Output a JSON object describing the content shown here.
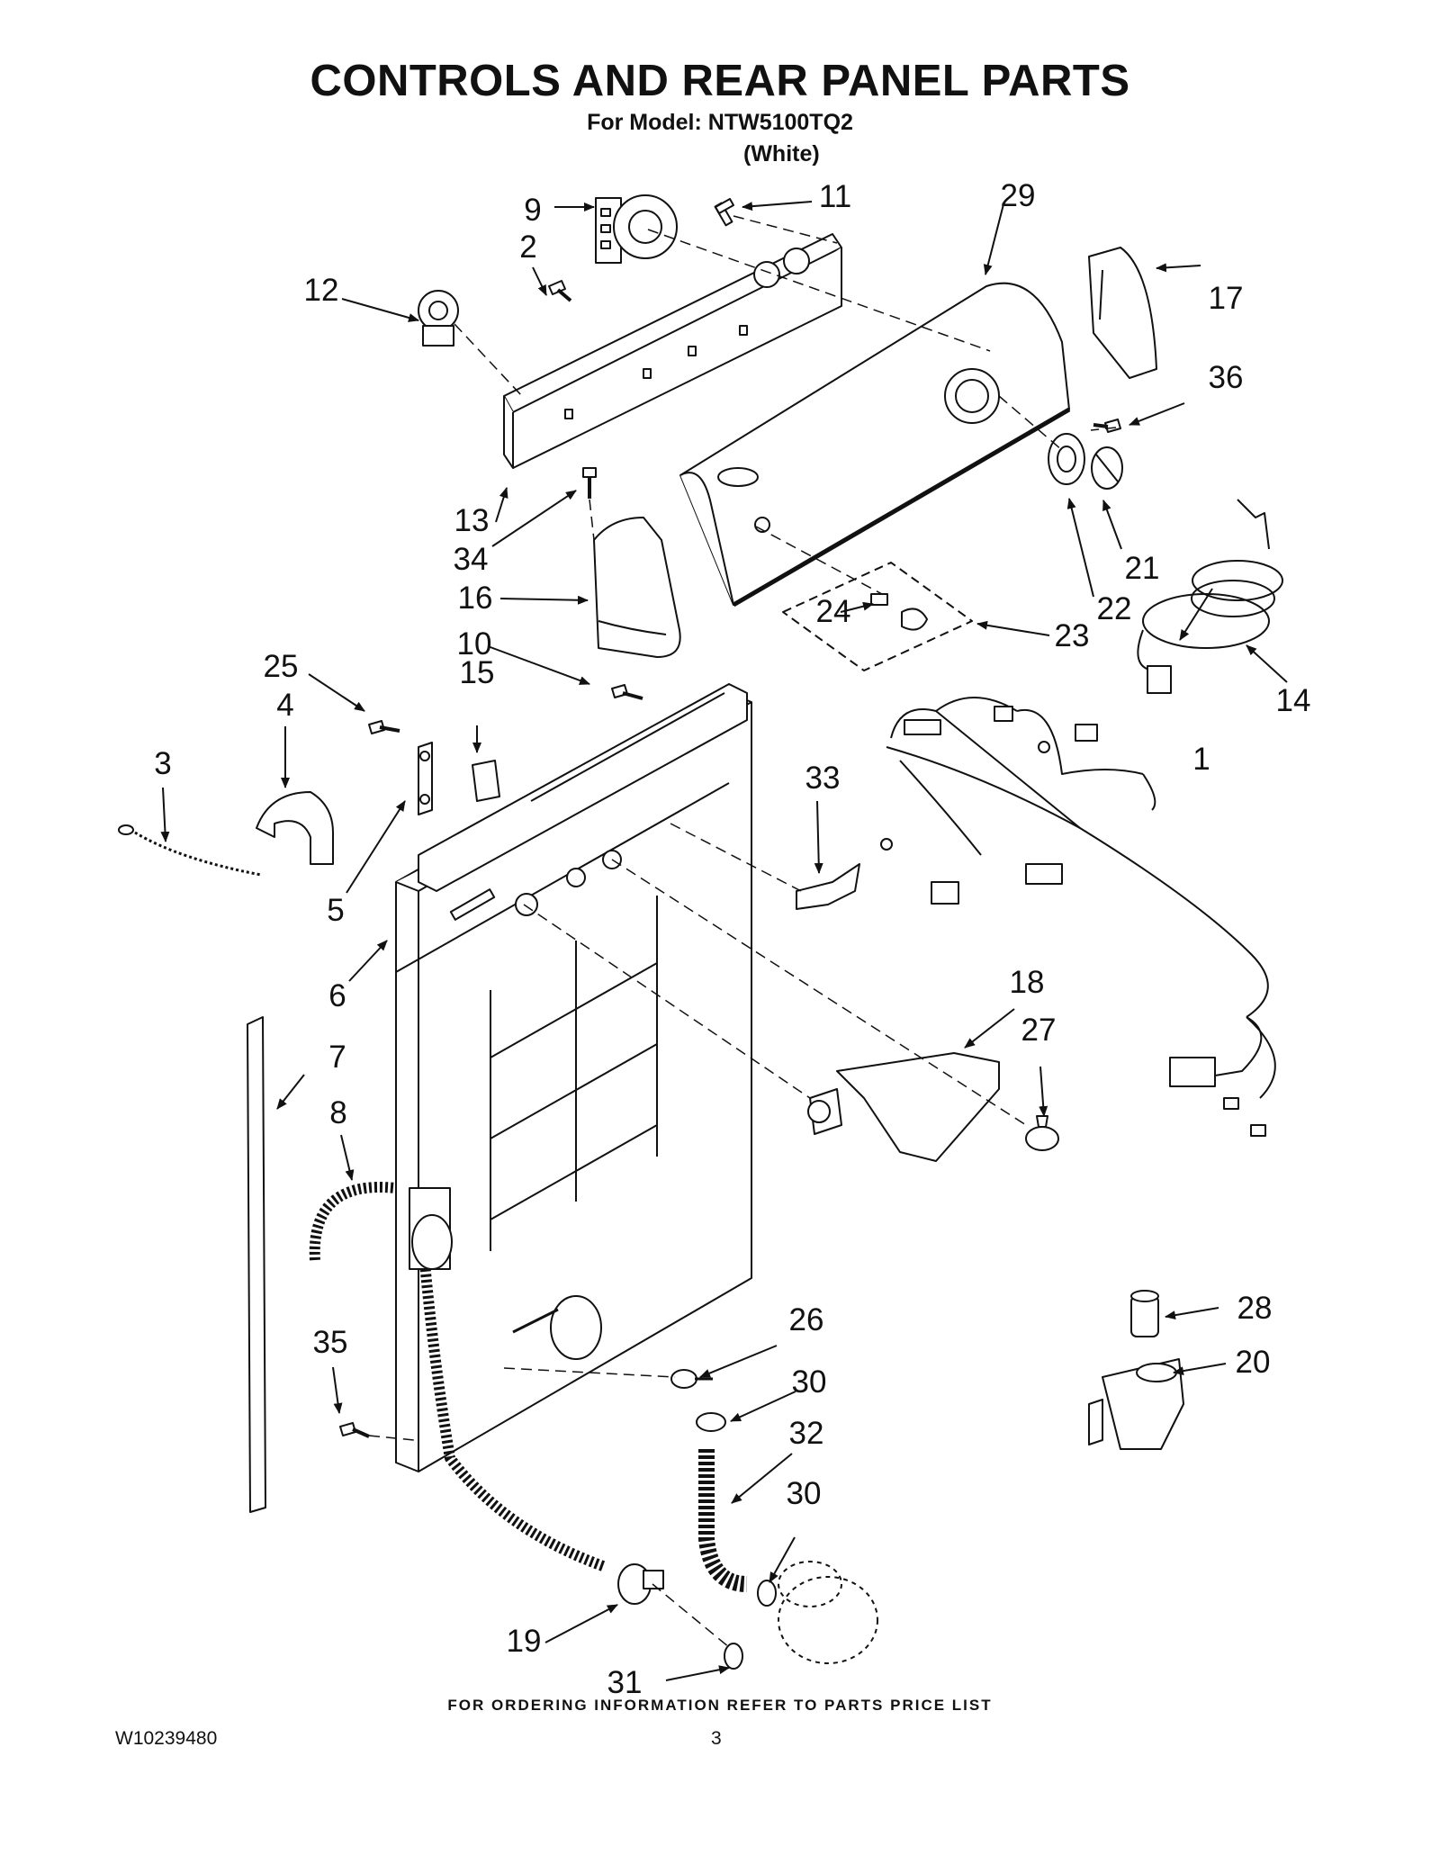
{
  "header": {
    "title": "CONTROLS AND REAR PANEL PARTS",
    "model_line": "For Model: NTW5100TQ2",
    "color_line": "(White)"
  },
  "callouts": [
    {
      "id": "c1",
      "label": "1"
    },
    {
      "id": "c2",
      "label": "2"
    },
    {
      "id": "c3",
      "label": "3"
    },
    {
      "id": "c4",
      "label": "4"
    },
    {
      "id": "c5",
      "label": "5"
    },
    {
      "id": "c6",
      "label": "6"
    },
    {
      "id": "c7",
      "label": "7"
    },
    {
      "id": "c8",
      "label": "8"
    },
    {
      "id": "c9",
      "label": "9"
    },
    {
      "id": "c10",
      "label": "10"
    },
    {
      "id": "c11",
      "label": "11"
    },
    {
      "id": "c12",
      "label": "12"
    },
    {
      "id": "c13",
      "label": "13"
    },
    {
      "id": "c14",
      "label": "14"
    },
    {
      "id": "c15",
      "label": "15"
    },
    {
      "id": "c16",
      "label": "16"
    },
    {
      "id": "c17",
      "label": "17"
    },
    {
      "id": "c18",
      "label": "18"
    },
    {
      "id": "c19",
      "label": "19"
    },
    {
      "id": "c20",
      "label": "20"
    },
    {
      "id": "c21",
      "label": "21"
    },
    {
      "id": "c22",
      "label": "22"
    },
    {
      "id": "c23",
      "label": "23"
    },
    {
      "id": "c24",
      "label": "24"
    },
    {
      "id": "c25",
      "label": "25"
    },
    {
      "id": "c26",
      "label": "26"
    },
    {
      "id": "c27",
      "label": "27"
    },
    {
      "id": "c28",
      "label": "28"
    },
    {
      "id": "c29",
      "label": "29"
    },
    {
      "id": "c30a",
      "label": "30"
    },
    {
      "id": "c30b",
      "label": "30"
    },
    {
      "id": "c31",
      "label": "31"
    },
    {
      "id": "c32",
      "label": "32"
    },
    {
      "id": "c33",
      "label": "33"
    },
    {
      "id": "c34",
      "label": "34"
    },
    {
      "id": "c35",
      "label": "35"
    },
    {
      "id": "c36",
      "label": "36"
    }
  ],
  "footer": {
    "ordering_note": "FOR ORDERING INFORMATION REFER TO PARTS PRICE LIST",
    "document_number": "W10239480",
    "page_number": "3"
  }
}
